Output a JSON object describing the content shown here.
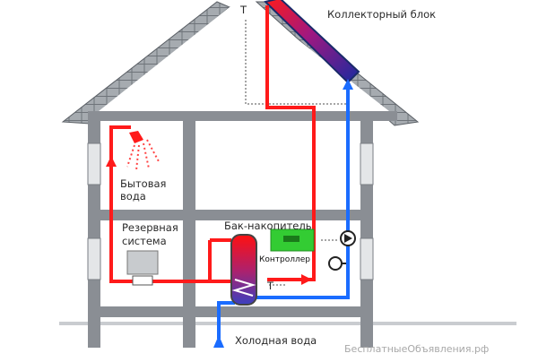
{
  "labels": {
    "collector": "Коллекторный блок",
    "household_water_1": "Бытовая",
    "household_water_2": "вода",
    "backup_system_1": "Резервная",
    "backup_system_2": "система",
    "storage_tank": "Бак-накопитель",
    "controller": "Контроллер",
    "cold_water": "Холодная вода",
    "sensor_top": "T",
    "sensor_tank": "T"
  },
  "watermark": "БесплатныеОбъявления.рф",
  "colors": {
    "hot_pipe": "#ff1a1a",
    "cold_pipe": "#1a6cff",
    "controller_box": "#33cc33",
    "house_gray": "#8a8e94",
    "roof_gray": "#9aa0a6",
    "collector_dark": "#1a2a6a"
  }
}
